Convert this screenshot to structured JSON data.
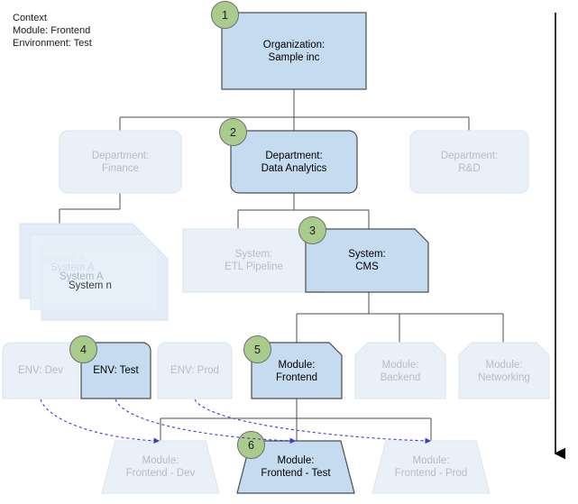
{
  "context": {
    "title": "Context",
    "lines": [
      "Module: Frontend",
      "Environment: Test"
    ]
  },
  "colors": {
    "active_fill": "#c5dbef",
    "active_stroke": "#4d4d4d",
    "faded_fill": "#e9f0f8",
    "faded_stroke": "#dde6f1",
    "active_text": "#000000",
    "faded_text": "#b6bdc6",
    "badge_fill": "#a9cc8d",
    "badge_stroke": "#6f6f6f",
    "connector": "#4d4d4d",
    "dashed_link": "#3b3bd4",
    "axis": "#000000"
  },
  "axis_arrow": {
    "name": "drill-down-arrow",
    "direction": "down"
  },
  "levels": [
    {
      "level": "organization",
      "nodes": [
        {
          "id": "org-sample-inc",
          "label": "Organization:\nSample inc",
          "state": "active",
          "badge": "1",
          "shape": "rect"
        }
      ]
    },
    {
      "level": "department",
      "nodes": [
        {
          "id": "dept-finance",
          "label": "Department:\nFinance",
          "state": "faded",
          "badge": null,
          "shape": "rounded"
        },
        {
          "id": "dept-data-analytics",
          "label": "Department:\nData Analytics",
          "state": "active",
          "badge": "2",
          "shape": "rounded"
        },
        {
          "id": "dept-rd",
          "label": "Department:\nR&D",
          "state": "faded",
          "badge": null,
          "shape": "rounded"
        }
      ]
    },
    {
      "level": "system",
      "nodes": [
        {
          "id": "system-stack",
          "label": "System A",
          "state": "faded",
          "badge": null,
          "shape": "note-stack",
          "stack_labels": [
            "System A",
            "System A",
            "System A",
            "System n"
          ]
        },
        {
          "id": "system-etl-pipeline",
          "label": "System:\nETL Pipeline",
          "state": "faded",
          "badge": null,
          "shape": "note"
        },
        {
          "id": "system-cms",
          "label": "System:\nCMS",
          "state": "active",
          "badge": "3",
          "shape": "note"
        }
      ]
    },
    {
      "level": "environment",
      "nodes": [
        {
          "id": "env-dev",
          "label": "ENV: Dev",
          "state": "faded",
          "badge": null,
          "shape": "env"
        },
        {
          "id": "env-test",
          "label": "ENV: Test",
          "state": "active",
          "badge": "4",
          "shape": "env"
        },
        {
          "id": "env-prod",
          "label": "ENV: Prod",
          "state": "faded",
          "badge": null,
          "shape": "env"
        }
      ]
    },
    {
      "level": "module",
      "nodes": [
        {
          "id": "module-frontend",
          "label": "Module:\nFrontend",
          "state": "active",
          "badge": "5",
          "shape": "chamfer"
        },
        {
          "id": "module-backend",
          "label": "Module:\nBackend",
          "state": "faded",
          "badge": null,
          "shape": "chamfer"
        },
        {
          "id": "module-networking",
          "label": "Module:\nNetworking",
          "state": "faded",
          "badge": null,
          "shape": "chamfer"
        }
      ]
    },
    {
      "level": "module-instance",
      "nodes": [
        {
          "id": "module-frontend-dev",
          "label": "Module:\nFrontend - Dev",
          "state": "faded",
          "badge": null,
          "shape": "trapezoid"
        },
        {
          "id": "module-frontend-test",
          "label": "Module:\nFrontend - Test",
          "state": "active",
          "badge": "6",
          "shape": "trapezoid"
        },
        {
          "id": "module-frontend-prod",
          "label": "Module:\nFrontend - Prod",
          "state": "faded",
          "badge": null,
          "shape": "trapezoid"
        }
      ]
    }
  ]
}
